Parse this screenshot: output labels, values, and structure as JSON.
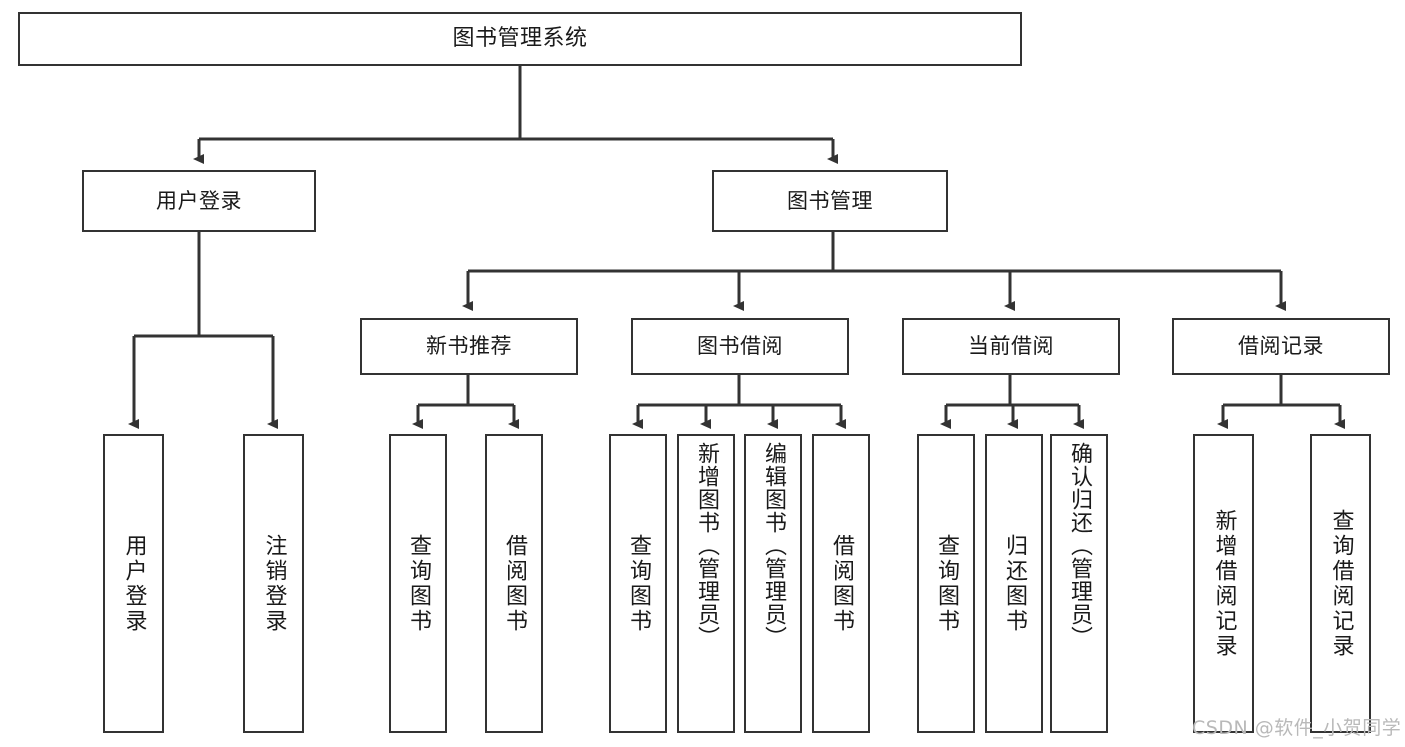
{
  "diagram": {
    "title": "图书管理系统",
    "type": "tree-hierarchy",
    "watermark": "CSDN @软件_小贺同学",
    "colors": {
      "box_border": "#333333",
      "box_fill": "#ffffff",
      "line": "#333333",
      "text": "#1a1a1a",
      "watermark": "#b9b9b9",
      "background": "#ffffff"
    },
    "root": {
      "label": "图书管理系统"
    },
    "level1": [
      {
        "id": "user-login",
        "label": "用户登录"
      },
      {
        "id": "book-manage",
        "label": "图书管理"
      }
    ],
    "level2": [
      {
        "id": "new-book-rec",
        "label": "新书推荐"
      },
      {
        "id": "book-borrow",
        "label": "图书借阅"
      },
      {
        "id": "current-borrow",
        "label": "当前借阅"
      },
      {
        "id": "borrow-record",
        "label": "借阅记录"
      }
    ],
    "leaves": {
      "user_login": [
        {
          "id": "leaf-user-login",
          "label": "用户登录"
        },
        {
          "id": "leaf-logout",
          "label": "注销登录"
        }
      ],
      "new_book_rec": [
        {
          "id": "leaf-query-book-1",
          "label": "查询图书"
        },
        {
          "id": "leaf-borrow-book-1",
          "label": "借阅图书"
        }
      ],
      "book_borrow": [
        {
          "id": "leaf-query-book-2",
          "label": "查询图书"
        },
        {
          "id": "leaf-add-book",
          "label": "新增图书（管理员）"
        },
        {
          "id": "leaf-edit-book",
          "label": "编辑图书（管理员）"
        },
        {
          "id": "leaf-borrow-book-2",
          "label": "借阅图书"
        }
      ],
      "current_borrow": [
        {
          "id": "leaf-query-book-3",
          "label": "查询图书"
        },
        {
          "id": "leaf-return-book",
          "label": "归还图书"
        },
        {
          "id": "leaf-confirm-return",
          "label": "确认归还（管理员）"
        }
      ],
      "borrow_record": [
        {
          "id": "leaf-add-record",
          "label": "新增借阅记录"
        },
        {
          "id": "leaf-query-record",
          "label": "查询借阅记录"
        }
      ]
    }
  }
}
